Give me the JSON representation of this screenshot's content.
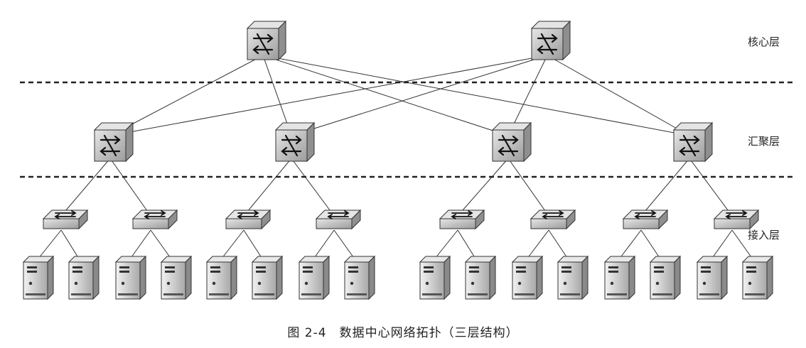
{
  "layers": {
    "core": "核心层",
    "aggregation": "汇聚层",
    "access": "接入层"
  },
  "caption": {
    "figure_number": "图 2-4",
    "title": "数据中心网络拓扑（三层结构）"
  },
  "topology": {
    "core_switches": 2,
    "aggregation_switches": 4,
    "access_switches": 8,
    "servers": 16
  },
  "colors": {
    "line": "#333333",
    "device_face": "#c9c9c9",
    "device_side": "#9a9a9a",
    "device_top": "#e4e4e4"
  }
}
